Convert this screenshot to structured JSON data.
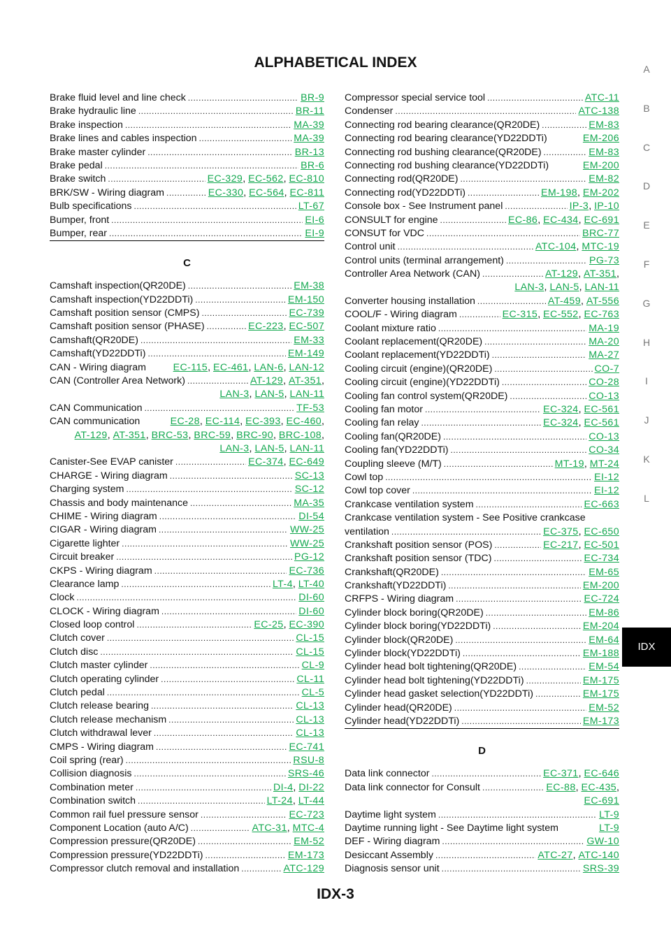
{
  "title": "ALPHABETICAL INDEX",
  "footer": "IDX-3",
  "side_tabs": [
    "A",
    "B",
    "C",
    "D",
    "E",
    "F",
    "G",
    "H",
    "I",
    "J",
    "K",
    "L"
  ],
  "active_tab": "IDX",
  "left_column": [
    {
      "text": "Brake fluid level and line check",
      "refs": [
        "BR-9"
      ]
    },
    {
      "text": "Brake hydraulic line",
      "refs": [
        "BR-11"
      ]
    },
    {
      "text": "Brake inspection",
      "refs": [
        "MA-39"
      ]
    },
    {
      "text": "Brake lines and cables inspection",
      "refs": [
        "MA-39"
      ]
    },
    {
      "text": "Brake master cylinder",
      "refs": [
        "BR-13"
      ]
    },
    {
      "text": "Brake pedal",
      "refs": [
        "BR-6"
      ]
    },
    {
      "text": "Brake switch",
      "refs": [
        "EC-329",
        "EC-562",
        "EC-810"
      ]
    },
    {
      "text": "BRK/SW - Wiring diagram",
      "refs": [
        "EC-330",
        "EC-564",
        "EC-811"
      ]
    },
    {
      "text": "Bulb specifications",
      "refs": [
        "LT-67"
      ]
    },
    {
      "text": "Bumper, front",
      "refs": [
        "EI-6"
      ]
    },
    {
      "text": "Bumper, rear",
      "refs": [
        "EI-9"
      ]
    },
    {
      "section": "C"
    },
    {
      "text": "Camshaft inspection(QR20DE)",
      "refs": [
        "EM-38"
      ]
    },
    {
      "text": "Camshaft inspection(YD22DDTi)",
      "refs": [
        "EM-150"
      ]
    },
    {
      "text": "Camshaft position sensor (CMPS)",
      "refs": [
        "EC-739"
      ]
    },
    {
      "text": "Camshaft position sensor (PHASE)",
      "refs": [
        "EC-223",
        "EC-507"
      ]
    },
    {
      "text": "Camshaft(QR20DE)",
      "refs": [
        "EM-33"
      ]
    },
    {
      "text": "Camshaft(YD22DDTi)",
      "refs": [
        "EM-149"
      ]
    },
    {
      "text": "CAN - Wiring diagram",
      "refs": [
        "EC-115",
        "EC-461",
        "LAN-6",
        "LAN-12"
      ],
      "nodots": true
    },
    {
      "text": "CAN (Controller Area Network)",
      "refs": [
        "AT-129",
        "AT-351"
      ],
      "trail": true
    },
    {
      "refs": [
        "LAN-3",
        "LAN-5",
        "LAN-11"
      ],
      "nodots": true
    },
    {
      "text": "CAN Communication",
      "refs": [
        "TF-53"
      ]
    },
    {
      "text": "CAN communication",
      "refs": [
        "EC-28",
        "EC-114",
        "EC-393",
        "EC-460"
      ],
      "nodots": true,
      "trail": true
    },
    {
      "refs": [
        "AT-129",
        "AT-351",
        "BRC-53",
        "BRC-59",
        "BRC-90",
        "BRC-108"
      ],
      "nodots": true,
      "trail": true
    },
    {
      "refs": [
        "LAN-3",
        "LAN-5",
        "LAN-11"
      ],
      "nodots": true
    },
    {
      "text": "Canister-See EVAP canister",
      "refs": [
        "EC-374",
        "EC-649"
      ]
    },
    {
      "text": "CHARGE - Wiring diagram",
      "refs": [
        "SC-13"
      ]
    },
    {
      "text": "Charging system",
      "refs": [
        "SC-12"
      ]
    },
    {
      "text": "Chassis and body maintenance",
      "refs": [
        "MA-35"
      ]
    },
    {
      "text": "CHIME - Wiring diagram",
      "refs": [
        "DI-54"
      ]
    },
    {
      "text": "CIGAR - Wiring diagram",
      "refs": [
        "WW-25"
      ]
    },
    {
      "text": "Cigarette lighter",
      "refs": [
        "WW-25"
      ]
    },
    {
      "text": "Circuit breaker",
      "refs": [
        "PG-12"
      ]
    },
    {
      "text": "CKPS - Wiring diagram",
      "refs": [
        "EC-736"
      ]
    },
    {
      "text": "Clearance lamp",
      "refs": [
        "LT-4",
        "LT-40"
      ]
    },
    {
      "text": "Clock",
      "refs": [
        "DI-60"
      ]
    },
    {
      "text": "CLOCK - Wiring diagram",
      "refs": [
        "DI-60"
      ]
    },
    {
      "text": "Closed loop control",
      "refs": [
        "EC-25",
        "EC-390"
      ]
    },
    {
      "text": "Clutch cover",
      "refs": [
        "CL-15"
      ]
    },
    {
      "text": "Clutch disc",
      "refs": [
        "CL-15"
      ]
    },
    {
      "text": "Clutch master cylinder",
      "refs": [
        "CL-9"
      ]
    },
    {
      "text": "Clutch operating cylinder",
      "refs": [
        "CL-11"
      ]
    },
    {
      "text": "Clutch pedal",
      "refs": [
        "CL-5"
      ]
    },
    {
      "text": "Clutch release bearing",
      "refs": [
        "CL-13"
      ]
    },
    {
      "text": "Clutch release mechanism",
      "refs": [
        "CL-13"
      ]
    },
    {
      "text": "Clutch withdrawal lever",
      "refs": [
        "CL-13"
      ]
    },
    {
      "text": "CMPS - Wiring diagram",
      "refs": [
        "EC-741"
      ]
    },
    {
      "text": "Coil spring (rear)",
      "refs": [
        "RSU-8"
      ]
    },
    {
      "text": "Collision diagnosis",
      "refs": [
        "SRS-46"
      ]
    },
    {
      "text": "Combination meter",
      "refs": [
        "DI-4",
        "DI-22"
      ]
    },
    {
      "text": "Combination switch",
      "refs": [
        "LT-24",
        "LT-44"
      ]
    },
    {
      "text": "Common rail fuel pressure sensor",
      "refs": [
        "EC-723"
      ]
    },
    {
      "text": "Component Location (auto A/C)",
      "refs": [
        "ATC-31",
        "MTC-4"
      ]
    },
    {
      "text": "Compression pressure(QR20DE)",
      "refs": [
        "EM-52"
      ]
    },
    {
      "text": "Compression pressure(YD22DDTi)",
      "refs": [
        "EM-173"
      ]
    },
    {
      "text": "Compressor clutch removal and installation",
      "refs": [
        "ATC-129"
      ]
    }
  ],
  "right_column": [
    {
      "text": "Compressor special service tool",
      "refs": [
        "ATC-11"
      ]
    },
    {
      "text": "Condenser",
      "refs": [
        "ATC-138"
      ]
    },
    {
      "text": "Connecting rod bearing clearance(QR20DE)",
      "refs": [
        "EM-83"
      ]
    },
    {
      "text": "Connecting rod bearing clearance(YD22DDTi)",
      "refs": [
        "EM-206"
      ],
      "nodots": true
    },
    {
      "text": "Connecting rod bushing clearance(QR20DE)",
      "refs": [
        "EM-83"
      ]
    },
    {
      "text": "Connecting rod bushing clearance(YD22DDTi)",
      "refs": [
        "EM-200"
      ],
      "nodots": true
    },
    {
      "text": "Connecting rod(QR20DE)",
      "refs": [
        "EM-82"
      ]
    },
    {
      "text": "Connecting rod(YD22DDTi)",
      "refs": [
        "EM-198",
        "EM-202"
      ]
    },
    {
      "text": "Console box - See Instrument panel",
      "refs": [
        "IP-3",
        "IP-10"
      ]
    },
    {
      "text": "CONSULT for engine",
      "refs": [
        "EC-86",
        "EC-434",
        "EC-691"
      ]
    },
    {
      "text": "CONSUT for VDC",
      "refs": [
        "BRC-77"
      ]
    },
    {
      "text": "Control unit",
      "refs": [
        "ATC-104",
        "MTC-19"
      ]
    },
    {
      "text": "Control units (terminal arrangement)",
      "refs": [
        "PG-73"
      ]
    },
    {
      "text": "Controller Area Network (CAN)",
      "refs": [
        "AT-129",
        "AT-351"
      ],
      "trail": true
    },
    {
      "refs": [
        "LAN-3",
        "LAN-5",
        "LAN-11"
      ],
      "nodots": true
    },
    {
      "text": "Converter housing installation",
      "refs": [
        "AT-459",
        "AT-556"
      ]
    },
    {
      "text": "COOL/F - Wiring diagram",
      "refs": [
        "EC-315",
        "EC-552",
        "EC-763"
      ]
    },
    {
      "text": "Coolant mixture ratio",
      "refs": [
        "MA-19"
      ]
    },
    {
      "text": "Coolant replacement(QR20DE)",
      "refs": [
        "MA-20"
      ]
    },
    {
      "text": "Coolant replacement(YD22DDTi)",
      "refs": [
        "MA-27"
      ]
    },
    {
      "text": "Cooling circuit (engine)(QR20DE)",
      "refs": [
        "CO-7"
      ]
    },
    {
      "text": "Cooling circuit (engine)(YD22DDTi)",
      "refs": [
        "CO-28"
      ]
    },
    {
      "text": "Cooling fan control system(QR20DE)",
      "refs": [
        "CO-13"
      ]
    },
    {
      "text": "Cooling fan motor",
      "refs": [
        "EC-324",
        "EC-561"
      ]
    },
    {
      "text": "Cooling fan relay",
      "refs": [
        "EC-324",
        "EC-561"
      ]
    },
    {
      "text": "Cooling fan(QR20DE)",
      "refs": [
        "CO-13"
      ]
    },
    {
      "text": "Cooling fan(YD22DDTi)",
      "refs": [
        "CO-34"
      ]
    },
    {
      "text": "Coupling sleeve (M/T)",
      "refs": [
        "MT-19",
        "MT-24"
      ]
    },
    {
      "text": "Cowl top",
      "refs": [
        "EI-12"
      ]
    },
    {
      "text": "Cowl top cover",
      "refs": [
        "EI-12"
      ]
    },
    {
      "text": "Crankcase ventilation system",
      "refs": [
        "EC-663"
      ]
    },
    {
      "text": "Crankcase ventilation system - See Positive crankcase",
      "refs": [],
      "nodots": true
    },
    {
      "text": "ventilation",
      "refs": [
        "EC-375",
        "EC-650"
      ]
    },
    {
      "text": "Crankshaft position sensor (POS)",
      "refs": [
        "EC-217",
        "EC-501"
      ]
    },
    {
      "text": "Crankshaft position sensor (TDC)",
      "refs": [
        "EC-734"
      ]
    },
    {
      "text": "Crankshaft(QR20DE)",
      "refs": [
        "EM-65"
      ]
    },
    {
      "text": "Crankshaft(YD22DDTi)",
      "refs": [
        "EM-200"
      ]
    },
    {
      "text": "CRFPS - Wiring diagram",
      "refs": [
        "EC-724"
      ]
    },
    {
      "text": "Cylinder block boring(QR20DE)",
      "refs": [
        "EM-86"
      ]
    },
    {
      "text": "Cylinder block boring(YD22DDTi)",
      "refs": [
        "EM-204"
      ]
    },
    {
      "text": "Cylinder block(QR20DE)",
      "refs": [
        "EM-64"
      ]
    },
    {
      "text": "Cylinder block(YD22DDTi)",
      "refs": [
        "EM-188"
      ]
    },
    {
      "text": "Cylinder head bolt tightening(QR20DE)",
      "refs": [
        "EM-54"
      ]
    },
    {
      "text": "Cylinder head bolt tightening(YD22DDTi)",
      "refs": [
        "EM-175"
      ]
    },
    {
      "text": "Cylinder head gasket selection(YD22DDTi)",
      "refs": [
        "EM-175"
      ]
    },
    {
      "text": "Cylinder head(QR20DE)",
      "refs": [
        "EM-52"
      ]
    },
    {
      "text": "Cylinder head(YD22DDTi)",
      "refs": [
        "EM-173"
      ]
    },
    {
      "section": "D"
    },
    {
      "text": "Data link connector",
      "refs": [
        "EC-371",
        "EC-646"
      ]
    },
    {
      "text": "Data link connector for Consult",
      "refs": [
        "EC-88",
        "EC-435"
      ],
      "trail": true
    },
    {
      "refs": [
        "EC-691"
      ],
      "nodots": true
    },
    {
      "text": "Daytime light system",
      "refs": [
        "LT-9"
      ]
    },
    {
      "text": "Daytime running light - See Daytime light system",
      "refs": [
        "LT-9"
      ],
      "nodots": true
    },
    {
      "text": "DEF - Wiring diagram",
      "refs": [
        "GW-10"
      ]
    },
    {
      "text": "Desiccant Assembly",
      "refs": [
        "ATC-27",
        "ATC-140"
      ]
    },
    {
      "text": "Diagnosis sensor unit",
      "refs": [
        "SRS-39"
      ]
    }
  ]
}
